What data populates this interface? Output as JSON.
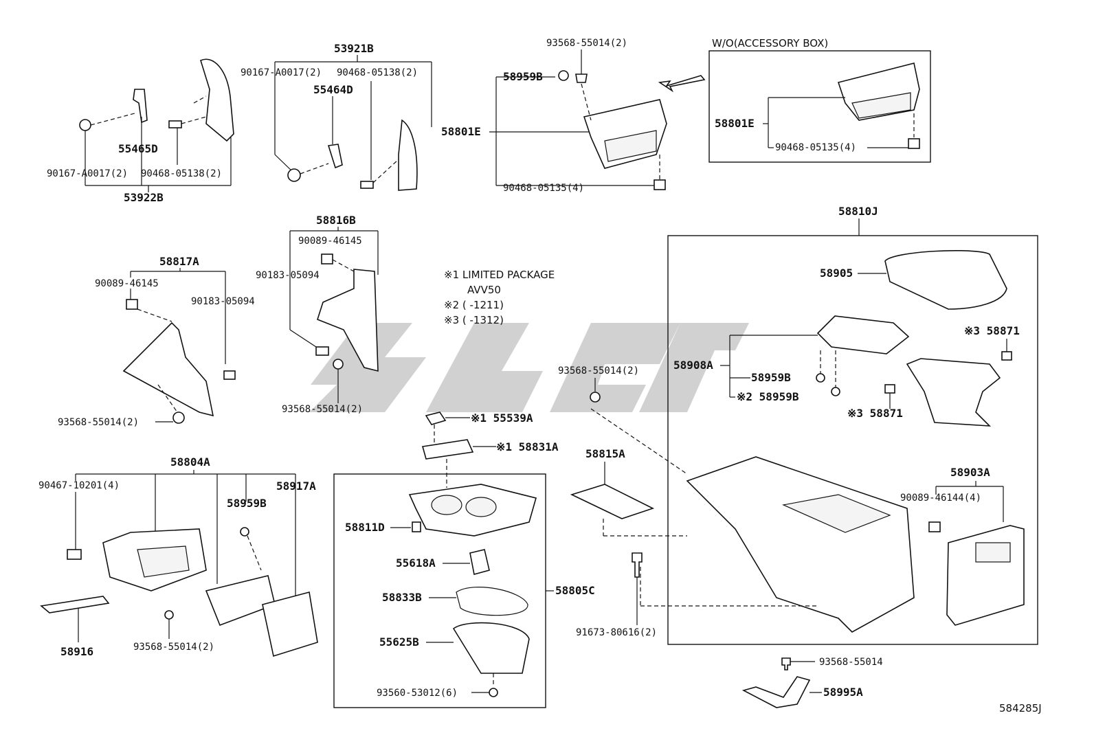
{
  "diagram_code": "584285J",
  "notes": {
    "n1_label": "※1 LIMITED PACKAGE",
    "n1_sub": "AVV50",
    "n2_label": "※2 (      -1211)",
    "n3_label": "※3 (      -1312)"
  },
  "wo_box_title": "W/O(ACCESSORY BOX)",
  "labels": {
    "p53921B": "53921B",
    "p90167_A0017_top": "90167-A0017(2)",
    "p90468_05138_top": "90468-05138(2)",
    "p55464D": "55464D",
    "p55465D": "55465D",
    "p90167_A0017_bot": "90167-A0017(2)",
    "p90468_05138_bot": "90468-05138(2)",
    "p53922B": "53922B",
    "p93568_55014_top": "93568-55014(2)",
    "p58959B_top": "58959B",
    "p58801E_main": "58801E",
    "p90468_05135_main": "90468-05135(4)",
    "p58801E_wo": "58801E",
    "p90468_05135_wo": "90468-05135(4)",
    "p58816B": "58816B",
    "p90089_46145_mid": "90089-46145",
    "p90183_05094_mid": "90183-05094",
    "p93568_55014_mid": "93568-55014(2)",
    "p58817A": "58817A",
    "p90089_46145_left": "90089-46145",
    "p90183_05094_left": "90183-05094",
    "p93568_55014_left": "93568-55014(2)",
    "p58810J": "58810J",
    "p58905": "58905",
    "p58908A": "58908A",
    "p58959B_a": "58959B",
    "p58959B_b": "※2 58959B",
    "p58871_a": "※3 58871",
    "p58871_b": "※3 58871",
    "p93568_55014_c": "93568-55014(2)",
    "p55539A": "※1 55539A",
    "p58831A": "※1 58831A",
    "p58815A": "58815A",
    "p58903A": "58903A",
    "p90089_46144": "90089-46144(4)",
    "p58804A": "58804A",
    "p90467_10201": "90467-10201(4)",
    "p58959B_c": "58959B",
    "p58917A": "58917A",
    "p58916": "58916",
    "p93568_55014_bot": "93568-55014(2)",
    "p58811D": "58811D",
    "p55618A": "55618A",
    "p58833B": "58833B",
    "p55625B": "55625B",
    "p93560_53012": "93560-53012(6)",
    "p58805C": "58805C",
    "p91673_80616": "91673-80616(2)",
    "p93568_55014_single": "93568-55014",
    "p58995A": "58995A"
  }
}
